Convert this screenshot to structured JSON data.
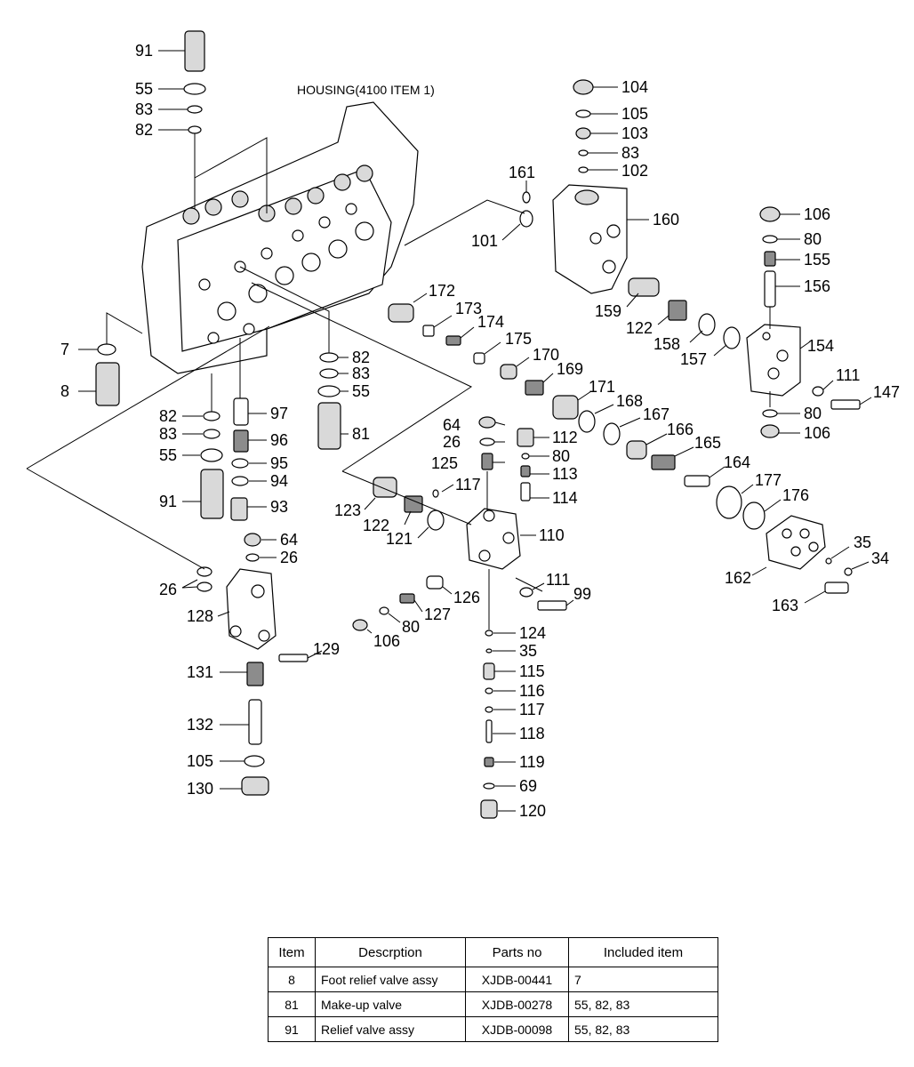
{
  "diagram": {
    "title": "HOUSING(4100 ITEM 1)",
    "callouts": [
      "91",
      "55",
      "83",
      "82",
      "7",
      "8",
      "82",
      "83",
      "55",
      "81",
      "82",
      "97",
      "83",
      "96",
      "55",
      "95",
      "94",
      "91",
      "93",
      "64",
      "26",
      "26",
      "128",
      "129",
      "131",
      "132",
      "105",
      "130",
      "104",
      "105",
      "103",
      "83",
      "102",
      "161",
      "101",
      "160",
      "172",
      "173",
      "174",
      "175",
      "170",
      "169",
      "159",
      "122",
      "158",
      "106",
      "80",
      "155",
      "156",
      "154",
      "157",
      "111",
      "147",
      "80",
      "106",
      "171",
      "168",
      "167",
      "166",
      "165",
      "164",
      "177",
      "176",
      "35",
      "34",
      "162",
      "163",
      "64",
      "26",
      "112",
      "80",
      "125",
      "113",
      "117",
      "114",
      "123",
      "122",
      "121",
      "110",
      "111",
      "99",
      "126",
      "127",
      "80",
      "106",
      "124",
      "35",
      "115",
      "116",
      "117",
      "118",
      "119",
      "69",
      "120"
    ]
  },
  "table": {
    "headers": [
      "Item",
      "Descrption",
      "Parts no",
      "Included item"
    ],
    "rows": [
      [
        "8",
        "Foot relief valve assy",
        "XJDB-00441",
        "7"
      ],
      [
        "81",
        "Make-up valve",
        "XJDB-00278",
        "55, 82, 83"
      ],
      [
        "91",
        "Relief valve assy",
        "XJDB-00098",
        "55, 82, 83"
      ]
    ]
  }
}
